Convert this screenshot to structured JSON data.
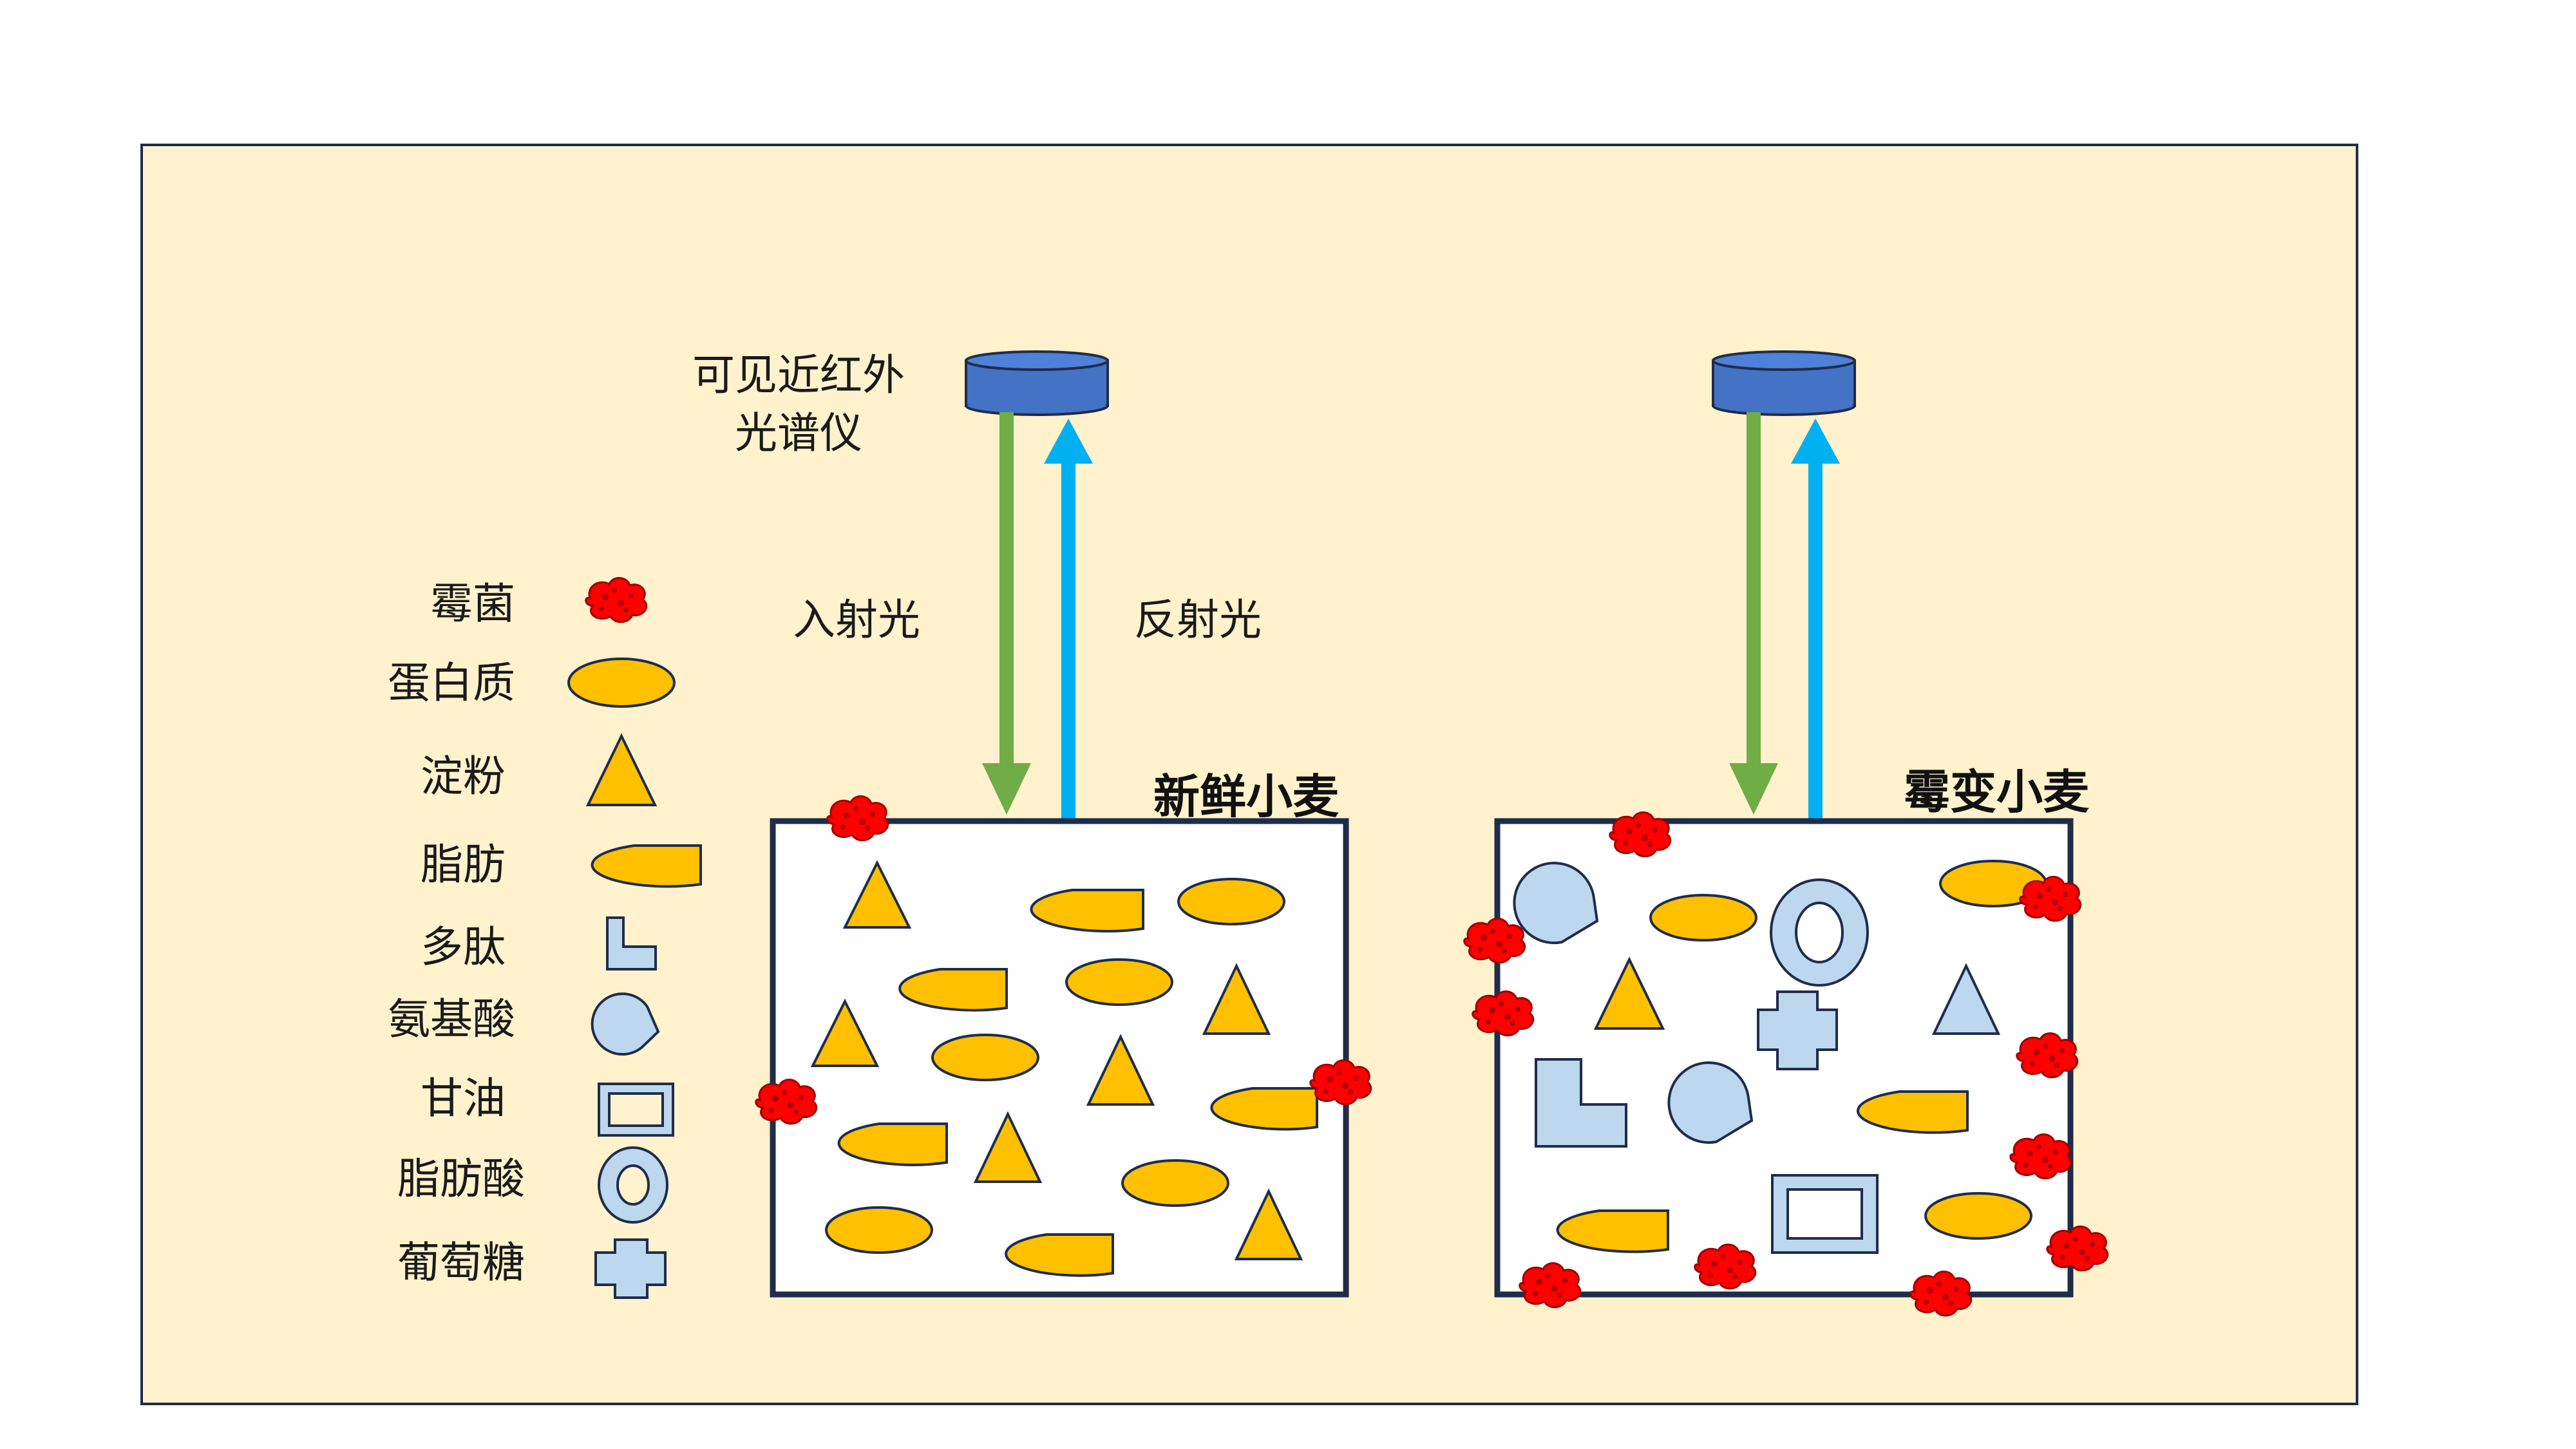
{
  "spectrometer_label_line1": "可见近红外",
  "spectrometer_label_line2": "光谱仪",
  "incident_light_label": "入射光",
  "reflected_light_label": "反射光",
  "fresh_wheat_title": "新鲜小麦",
  "moldy_wheat_title": "霉变小麦",
  "legend": [
    {
      "label": "霉菌",
      "icon": "mold-icon"
    },
    {
      "label": "蛋白质",
      "icon": "ellipse-icon"
    },
    {
      "label": "淀粉",
      "icon": "triangle-icon"
    },
    {
      "label": "脂肪",
      "icon": "half-ellipse-icon"
    },
    {
      "label": "多肽",
      "icon": "l-shape-icon"
    },
    {
      "label": "氨基酸",
      "icon": "pacman-icon"
    },
    {
      "label": "甘油",
      "icon": "rectangle-frame-icon"
    },
    {
      "label": "脂肪酸",
      "icon": "ring-icon"
    },
    {
      "label": "葡萄糖",
      "icon": "cross-icon"
    }
  ],
  "colors": {
    "background_panel": "#fff2cc",
    "nutrient_fill": "#ffc000",
    "metabolite_fill": "#bdd7ee",
    "mold": "#ff0000",
    "incident_arrow": "#70ad47",
    "reflected_arrow": "#00b0f0",
    "spectrometer": "#4472c4",
    "box_border": "#1f2d4a"
  }
}
